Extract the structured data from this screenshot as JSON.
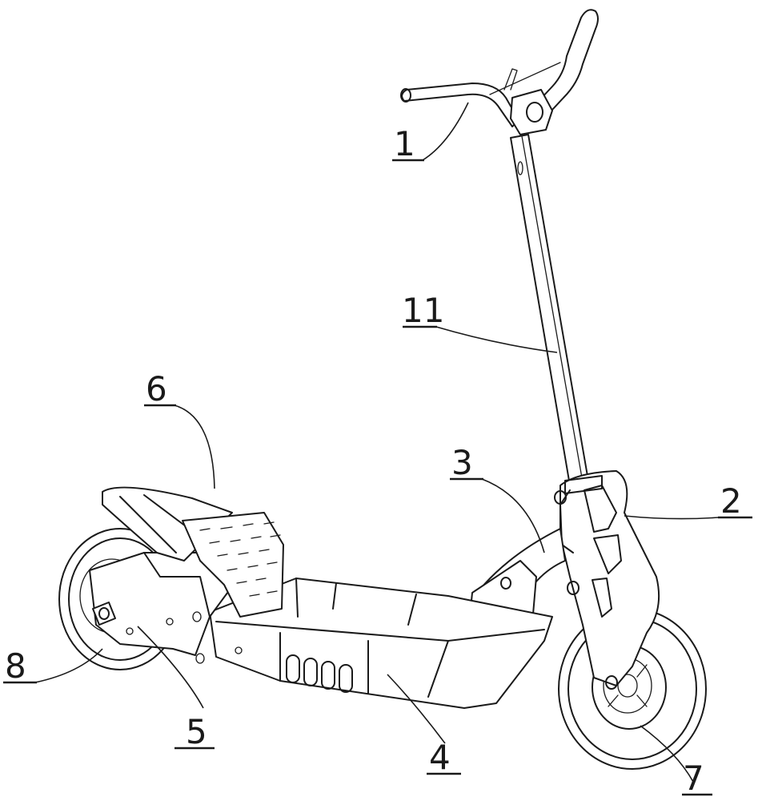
{
  "figure": {
    "labels": {
      "handlebar": "1",
      "front_fork": "2",
      "frame": "3",
      "deck": "4",
      "motor_housing": "5",
      "seat_bracket": "6",
      "front_wheel": "7",
      "rear_wheel": "8",
      "stem": "11"
    }
  }
}
